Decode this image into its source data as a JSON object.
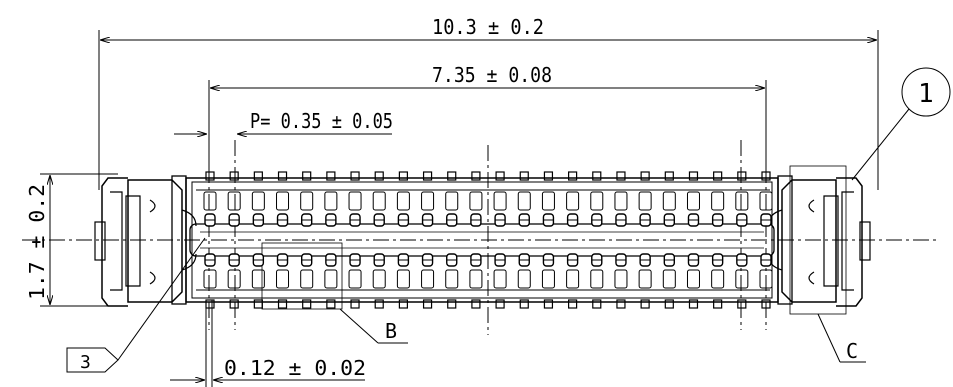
{
  "dimensions": {
    "overall_length": "10.3 ± 0.2",
    "pitch_span": "7.35 ± 0.08",
    "pitch": "P= 0.35 ± 0.05",
    "height": "1.7 ± 0.2",
    "terminal_width": "0.12 ± 0.02"
  },
  "callouts": {
    "balloon": "1",
    "note_flag": "3",
    "detail_b": "B",
    "detail_c": "C"
  },
  "drawing": {
    "line_color": "#000000",
    "centerline_color": "#000000",
    "contacts_per_row": 24
  }
}
